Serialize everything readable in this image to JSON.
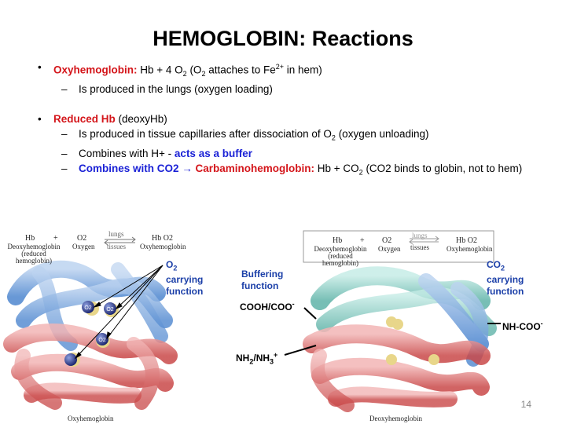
{
  "title": "HEMOGLOBIN: Reactions",
  "bullets": {
    "oxy": {
      "label": "Oxyhemoglobin:",
      "text_a": " Hb + 4 O",
      "sub_a": "2",
      "text_b": " (O",
      "sub_b": "2",
      "text_c": " attaches to Fe",
      "sup_c": "2+",
      "text_d": " in hem)",
      "sub1": "Is produced in the lungs (oxygen loading)"
    },
    "reduced": {
      "label": "Reduced Hb",
      "text": " (deoxyHb)",
      "sub1_a": "Is produced in tissue capillaries after dissociation of O",
      "sub1_sub": "2",
      "sub1_b": " (oxygen unloading)",
      "sub2_a": "Combines with H+ - ",
      "sub2_b": "acts as a buffer",
      "sub3_a": "Combines with CO2 → ",
      "sub3_b": "Carbaminohemoglobin:",
      "sub3_c": " Hb + CO",
      "sub3_sub": "2",
      "sub3_d": " (CO2 binds to globin, not to hem)"
    }
  },
  "figure_left": {
    "eq_hb": "Hb",
    "eq_plus": "+",
    "eq_o2": "O2",
    "eq_arrow_top": "lungs",
    "eq_arrow_bottom": "tissues",
    "eq_hbo2": "Hb O2",
    "cap_deoxy": "Deoxyhemoglobin\n(reduced hemoglobin)",
    "cap_oxygen": "Oxygen",
    "cap_oxyhb": "Oxyhemoglobin",
    "bottom_caption": "Oxyhemoglobin",
    "label_o2": "O",
    "label_o2_sub": "2",
    "label_carrying": "carrying",
    "label_function": "function",
    "o2_ball": "O2"
  },
  "figure_right": {
    "eq_hb": "Hb",
    "eq_plus": "+",
    "eq_o2": "O2",
    "eq_arrow_top": "lungs",
    "eq_arrow_bottom": "tissues",
    "eq_hbo2": "Hb O2",
    "cap_deoxy": "Deoxyhemoglobin\n(reduced hemoglobin)",
    "cap_oxygen": "Oxygen",
    "cap_oxyhb": "Oxyhemoglobin",
    "bottom_caption": "Deoxyhemoglobin",
    "buffering_1": "Buffering",
    "buffering_2": "function",
    "cooh": "COOH/COO",
    "cooh_sup": "-",
    "nh2": "NH",
    "nh2_sub": "2",
    "nh2_b": "/NH",
    "nh2_sub2": "3",
    "nh2_sup": "+",
    "co2_1": "CO",
    "co2_sub": "2",
    "co2_2": "carrying",
    "co2_3": "function",
    "nhcoo": "NH-COO",
    "nhcoo_sup": "-"
  },
  "page_number": "14",
  "colors": {
    "red": "#d4151a",
    "blue": "#1b22d6",
    "label_blue": "#1b3fa8"
  }
}
